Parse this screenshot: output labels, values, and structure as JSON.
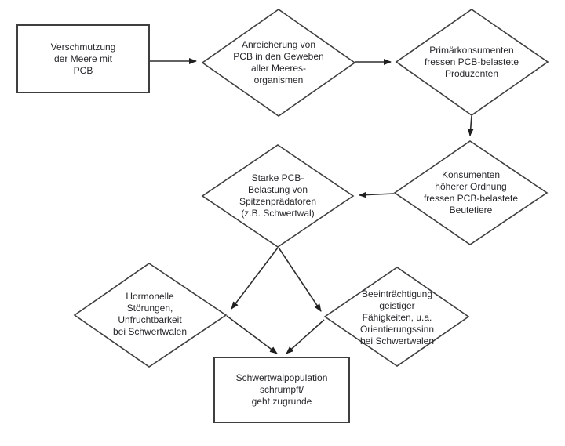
{
  "diagram": {
    "description": "Flowchart of PCB marine pollution effects on orca population",
    "colors": {
      "background": "#ffffff",
      "shape_stroke": "#3f3f3f",
      "arrow_stroke": "#2e2e2e",
      "text": "#26262b"
    },
    "nodes": {
      "pollution": {
        "shape": "rectangle",
        "text": "Verschmutzung\nder Meere mit\nPCB"
      },
      "accumulation": {
        "shape": "diamond",
        "text": "Anreicherung von\nPCB in den Geweben\naller Meeres-\norganismen"
      },
      "primary": {
        "shape": "diamond",
        "text": "Primärkonsumenten\nfressen PCB-belastete\nProduzenten"
      },
      "higher": {
        "shape": "diamond",
        "text": "Konsumenten\nhöherer Ordnung\nfressen PCB-belastete\nBeutetiere"
      },
      "apex": {
        "shape": "diamond",
        "text": "Starke PCB-\nBelastung von\nSpitzenprädatoren\n(z.B. Schwertwal)"
      },
      "hormonal": {
        "shape": "diamond",
        "text": "Hormonelle\nStörungen,\nUnfruchtbarkeit\nbei Schwertwalen"
      },
      "cognitive": {
        "shape": "diamond",
        "text": "Beeinträchtigung\ngeistiger\nFähigkeiten, u.a.\nOrientierungssinn\nbei Schwertwalen"
      },
      "population": {
        "shape": "rectangle",
        "text": "Schwertwalpopulation\nschrumpft/\ngeht zugrunde"
      }
    },
    "edges": [
      {
        "from": "pollution",
        "to": "accumulation"
      },
      {
        "from": "accumulation",
        "to": "primary"
      },
      {
        "from": "primary",
        "to": "higher"
      },
      {
        "from": "higher",
        "to": "apex"
      },
      {
        "from": "apex",
        "to": "hormonal"
      },
      {
        "from": "apex",
        "to": "cognitive"
      },
      {
        "from": "hormonal",
        "to": "population"
      },
      {
        "from": "cognitive",
        "to": "population"
      }
    ]
  }
}
